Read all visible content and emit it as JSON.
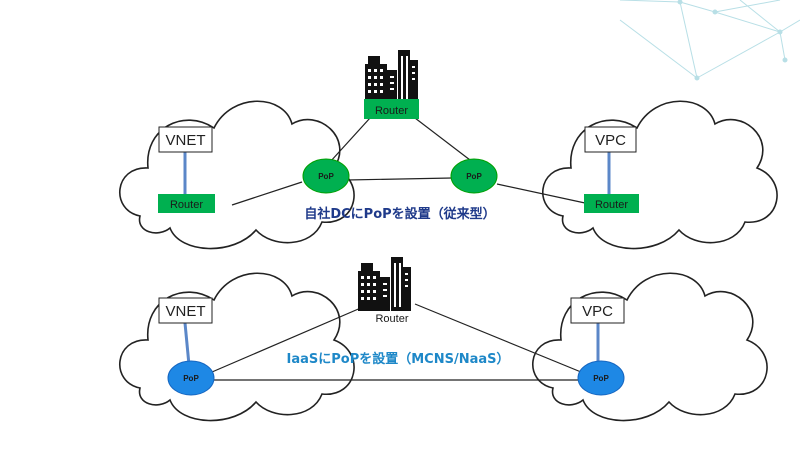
{
  "top": {
    "left_cloud_label": "VNET",
    "left_router": "Router",
    "dc_router": "Router",
    "pop_left": "PoP",
    "pop_right": "PoP",
    "right_cloud_label": "VPC",
    "right_router": "Router",
    "caption": "自社DCにPoPを設置（従来型）"
  },
  "bottom": {
    "left_cloud_label": "VNET",
    "center_router": "Router",
    "pop_left": "PoP",
    "right_cloud_label": "VPC",
    "pop_right": "PoP",
    "caption": "IaaSにPoPを設置（MCNS/NaaS）"
  },
  "colors": {
    "router_green": "#00b050",
    "pop_green": "#00b050",
    "pop_blue": "#1e88e5",
    "caption_top": "#1f3a8a",
    "caption_bottom": "#1e88c8",
    "cloud_stroke": "#222222",
    "link_blue": "#4472c4"
  }
}
